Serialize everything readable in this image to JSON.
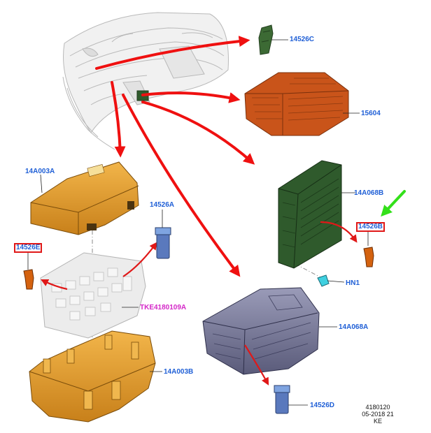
{
  "labels": {
    "c14526c": "14526C",
    "c15604": "15604",
    "c14a003a": "14A003A",
    "c14526a": "14526A",
    "c14526e": "14526E",
    "c14a068b": "14A068B",
    "c14526b": "14526B",
    "chn1": "HN1",
    "ctke": "TKE4180109A",
    "c14a068a": "14A068A",
    "c14a003b": "14A003B",
    "c14526d": "14526D"
  },
  "reference": {
    "line1": "4180120",
    "line2": "05-2018 21",
    "line3": "KE"
  },
  "colors": {
    "label_blue": "#1f5fd6",
    "highlight_red": "#e01818",
    "arrow_red": "#ef1010",
    "pointer_green": "#33e01a",
    "label_magenta": "#d427c8",
    "fuse_box_orange": "#e59a1a",
    "bcm_green": "#2f5a2c",
    "gem_grey": "#6a6b8c",
    "relay_orange": "#c9541a",
    "mini_fuse_blue": "#5a79bd"
  }
}
